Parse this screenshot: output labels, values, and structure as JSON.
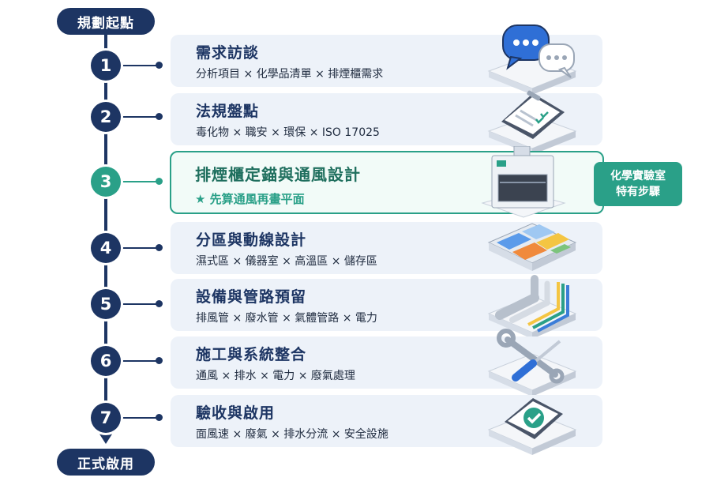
{
  "flow": {
    "start_label": "規劃起點",
    "end_label": "正式啟用"
  },
  "steps": [
    {
      "number": "1",
      "title": "需求訪談",
      "subtitle": "分析項目 × 化學品清單 × 排煙櫃需求",
      "icon": "chat-bubbles-icon"
    },
    {
      "number": "2",
      "title": "法規盤點",
      "subtitle": "毒化物 × 職安 × 環保 × ISO 17025",
      "icon": "clipboard-checklist-icon"
    },
    {
      "number": "3",
      "title": "排煙櫃定錨與通風設計",
      "subtitle": "★ 先算通風再畫平面",
      "icon": "fume-hood-icon"
    },
    {
      "number": "4",
      "title": "分區與動線設計",
      "subtitle": "濕式區 × 儀器室 × 高溫區 × 儲存區",
      "icon": "zoned-floorplan-icon"
    },
    {
      "number": "5",
      "title": "設備與管路預留",
      "subtitle": "排風管 × 廢水管 × 氣體管路 × 電力",
      "icon": "pipes-icon"
    },
    {
      "number": "6",
      "title": "施工與系統整合",
      "subtitle": "通風 × 排水 × 電力 × 廢氣處理",
      "icon": "wrench-screwdriver-icon"
    },
    {
      "number": "7",
      "title": "驗收與啟用",
      "subtitle": "面風速 × 廢氣 × 排水分流 × 安全設施",
      "icon": "checkmark-clipboard-icon"
    }
  ],
  "special_tag": {
    "line1": "化學實驗室",
    "line2": "特有步驟"
  },
  "colors": {
    "navy": "#1d3563",
    "teal": "#2aa088",
    "card_bg": "#edf2f9"
  }
}
